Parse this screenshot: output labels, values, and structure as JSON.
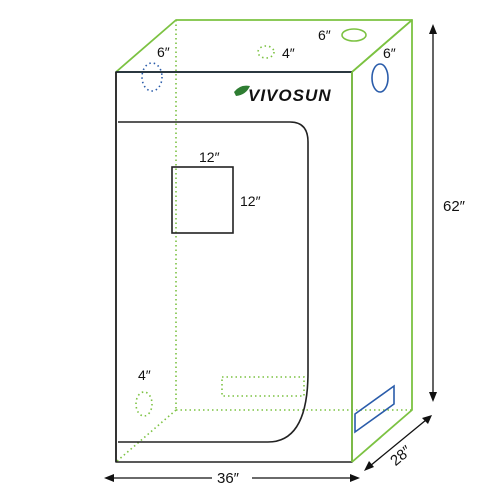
{
  "brand": {
    "name": "VIVOSUN",
    "leaf_icon": "leaf-icon",
    "color": "#1a1a1a",
    "leaf_color": "#2e7d32"
  },
  "colors": {
    "outline": "#222222",
    "frame_green": "#7cc242",
    "port_blue": "#2a5caa",
    "dim_arrow": "#111111"
  },
  "labels": {
    "top_back_port": "6″",
    "top_center_port": "4″",
    "top_left_port": "6″",
    "side_port": "6″",
    "window_width": "12″",
    "window_height": "12″",
    "lower_port": "4″",
    "height": "62″",
    "width": "36″",
    "depth": "28″"
  }
}
